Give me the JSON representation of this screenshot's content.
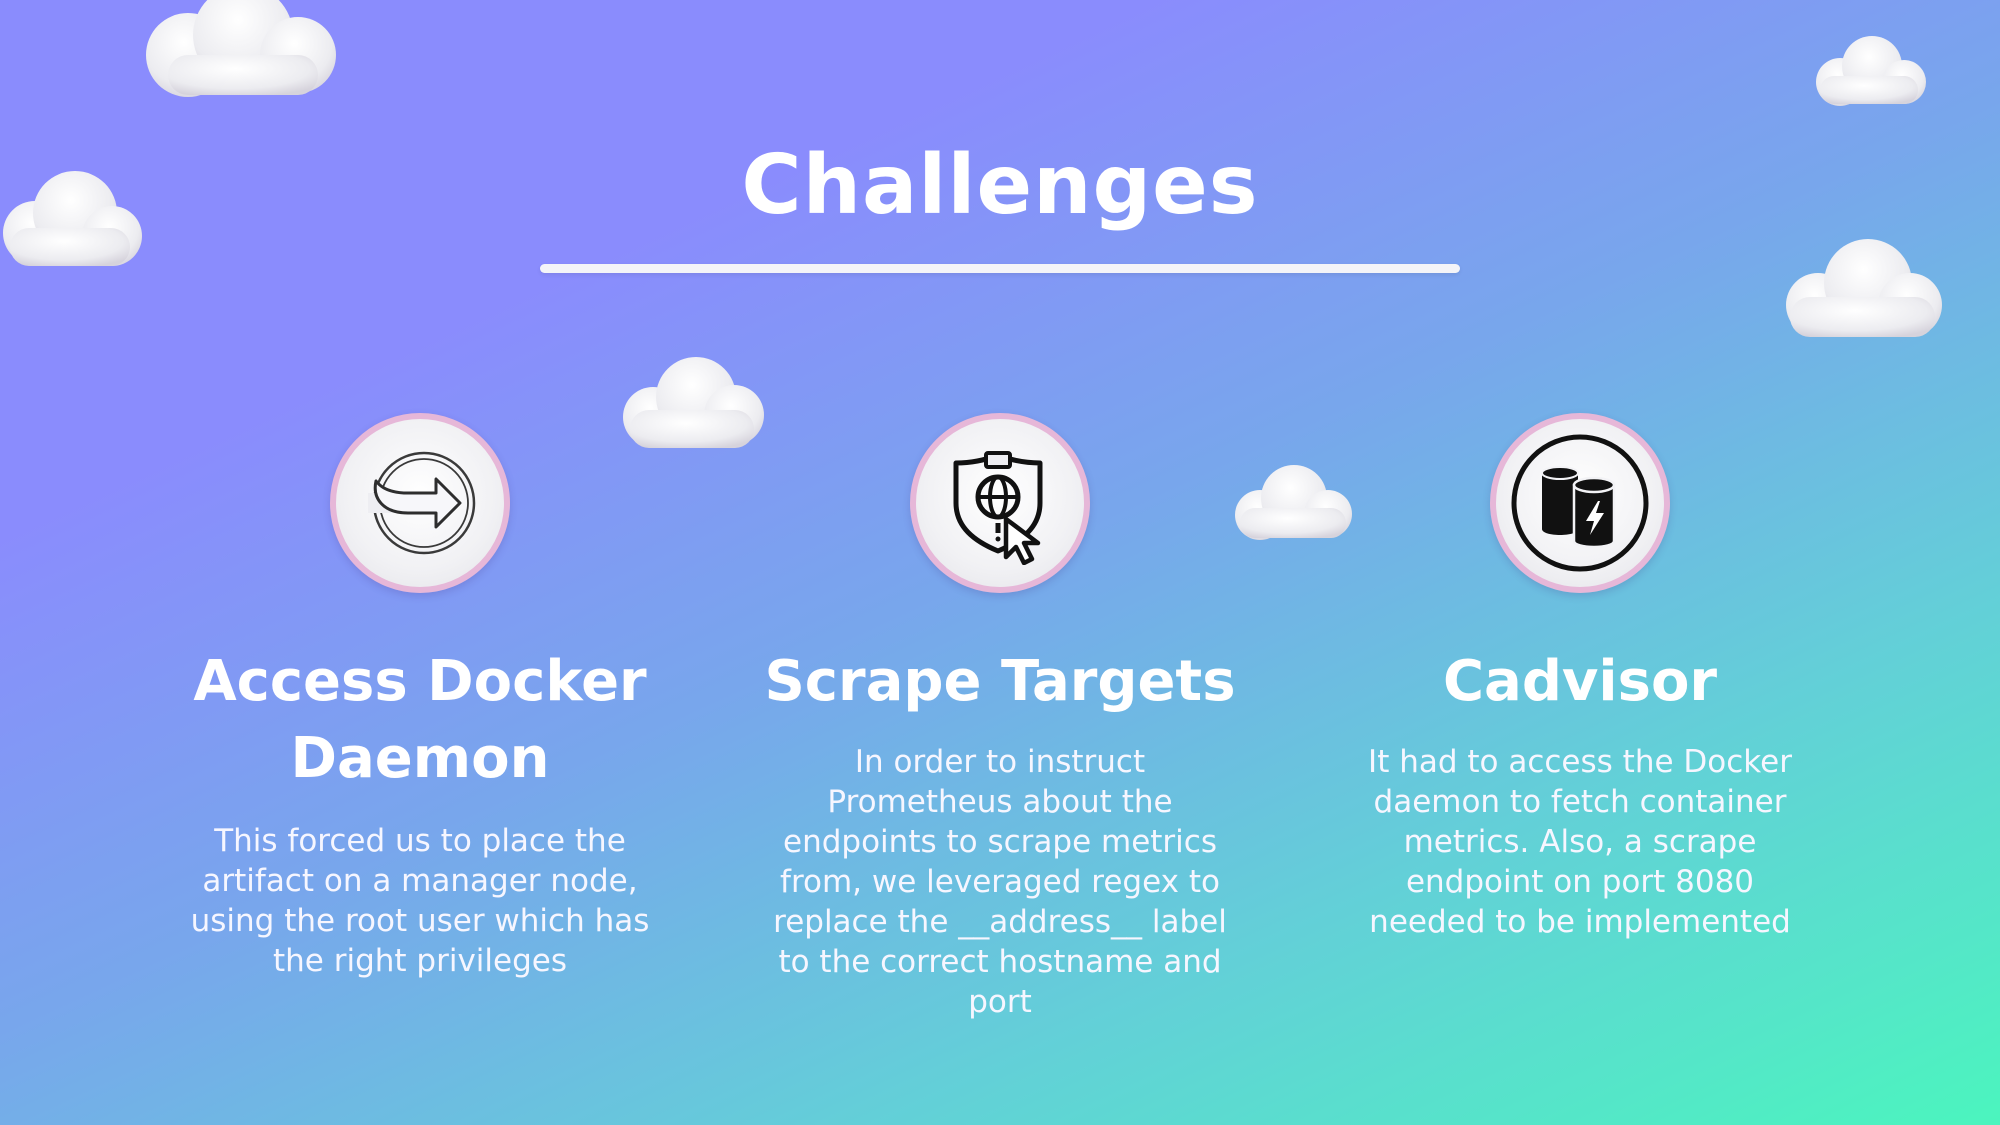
{
  "slide": {
    "title": "Challenges"
  },
  "cards": [
    {
      "icon": "sign-in-arrow-icon",
      "heading": "Access Docker Daemon",
      "body": "This forced us to place the artifact on a manager node, using the root user which has the right privileges"
    },
    {
      "icon": "shield-globe-cursor-icon",
      "heading": "Scrape Targets",
      "body": "In order to instruct Prometheus about the endpoints to scrape metrics from, we leveraged regex to replace the __address__ label to the correct hostname and port"
    },
    {
      "icon": "database-bolt-icon",
      "heading": "Cadvisor",
      "body": "It had to access the Docker daemon to fetch container metrics. Also, a scrape endpoint on port 8080 needed to be implemented"
    }
  ],
  "colors": {
    "gradient_start": "#8a8cfd",
    "gradient_end": "#4bf5be",
    "badge_ring": "#e6b7d8",
    "text": "#ffffff"
  }
}
